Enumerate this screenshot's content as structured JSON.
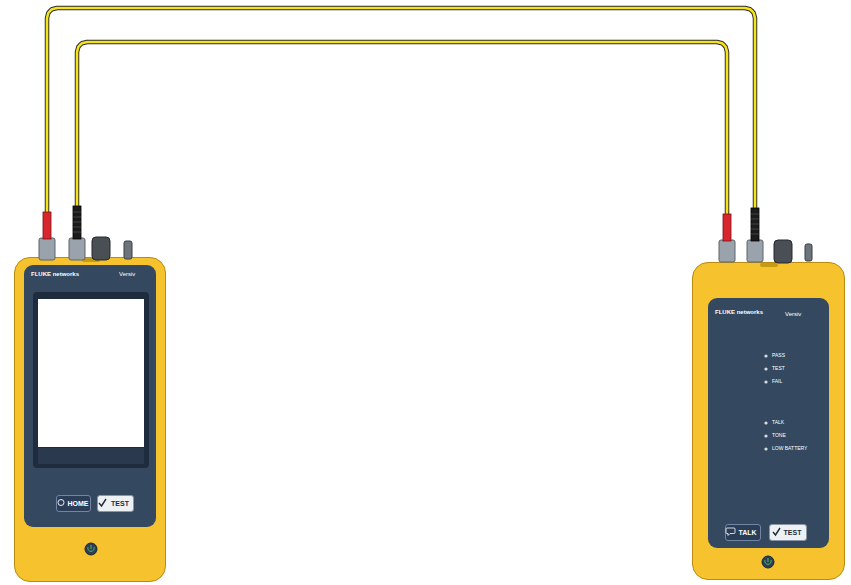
{
  "diagram": {
    "nodes": [
      {
        "text": [
          "FLUKE networks",
          "Versiv"
        ]
      },
      {
        "text": [
          "HOME"
        ],
        "in": 0
      },
      {
        "text": [
          "TEST"
        ],
        "in": 0
      },
      {
        "text": [
          "FLUKE networks",
          "Versiv"
        ]
      },
      {
        "text": [
          "TALK"
        ],
        "in": 3
      },
      {
        "text": [
          "TEST"
        ],
        "in": 3
      }
    ],
    "edges": [
      {
        "from": 0,
        "to": 3,
        "arrow": "none"
      },
      {
        "from": 0,
        "to": 3,
        "arrow": "none"
      }
    ],
    "labels": [
      "PASS",
      "TEST",
      "FAIL",
      "TALK",
      "TONE",
      "LOW BATTERY"
    ]
  }
}
